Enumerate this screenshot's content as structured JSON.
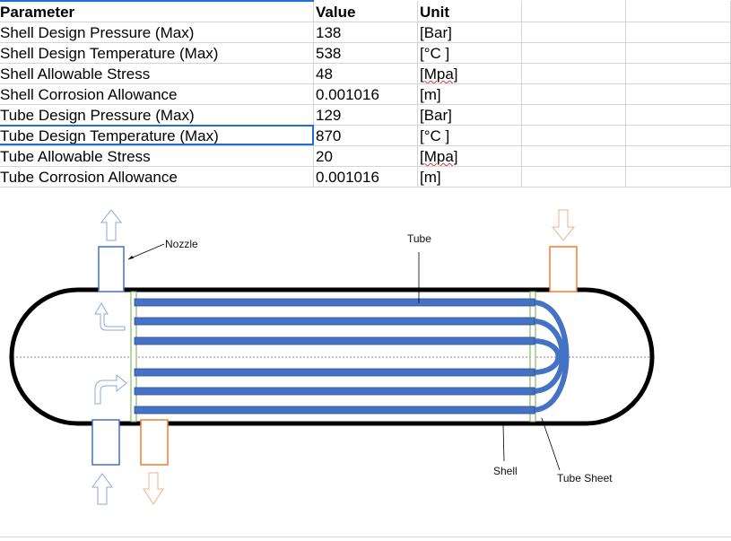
{
  "table": {
    "headers": [
      "Parameter",
      "Value",
      "Unit"
    ],
    "rows": [
      [
        "Shell Design Pressure (Max)",
        "138",
        "[Bar]"
      ],
      [
        "Shell Design Temperature (Max)",
        "538",
        "[°C ]"
      ],
      [
        "Shell Allowable Stress",
        "48",
        "[Mpa]"
      ],
      [
        "Shell Corrosion Allowance",
        "0.001016",
        "[m]"
      ],
      [
        "Tube Design Pressure (Max)",
        "129",
        "[Bar]"
      ],
      [
        "Tube Design Temperature (Max)",
        "870",
        "[°C ]"
      ],
      [
        "Tube Allowable Stress",
        "20",
        "[Mpa]"
      ],
      [
        "Tube Corrosion Allowance",
        "0.001016",
        "[m]"
      ]
    ]
  },
  "diagram": {
    "labels": {
      "nozzle": "Nozzle",
      "tube": "Tube",
      "shell": "Shell",
      "tube_sheet": "Tube Sheet"
    },
    "colors": {
      "tube": "#4472c4",
      "cold": "#4472c4",
      "hot": "#ed7d31",
      "tube_sheet": "#70ad47",
      "shell": "#000000"
    }
  }
}
